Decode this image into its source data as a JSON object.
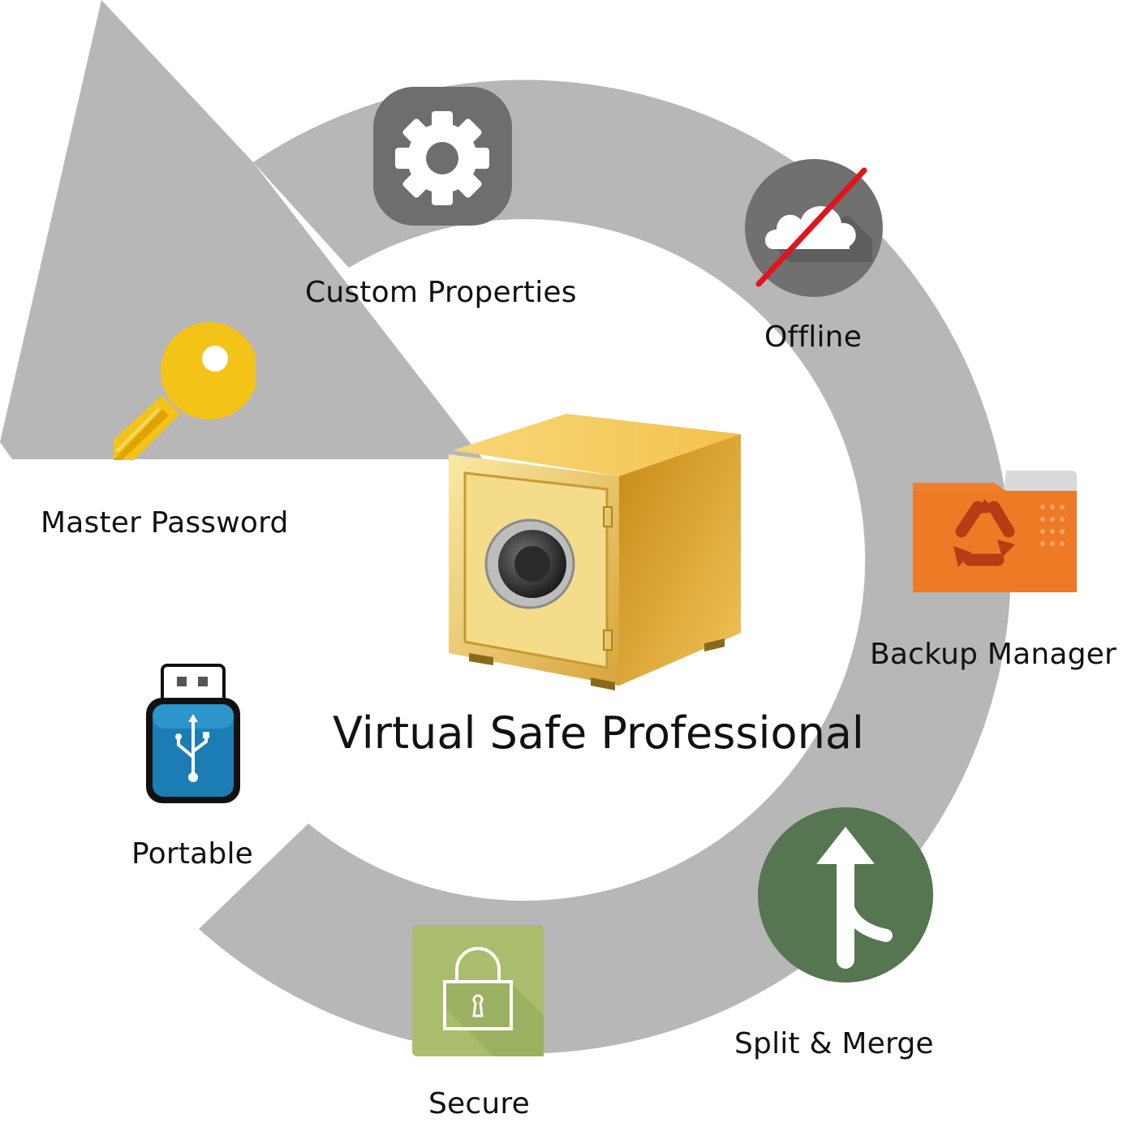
{
  "title": "Virtual Safe Professional",
  "features": {
    "custom_properties": {
      "label": "Custom Properties",
      "icon": "gear-icon"
    },
    "offline": {
      "label": "Offline",
      "icon": "cloud-off-icon"
    },
    "backup_manager": {
      "label": "Backup Manager",
      "icon": "recycle-folder-icon"
    },
    "split_merge": {
      "label": "Split & Merge",
      "icon": "merge-arrow-icon"
    },
    "secure": {
      "label": "Secure",
      "icon": "padlock-icon"
    },
    "portable": {
      "label": "Portable",
      "icon": "usb-drive-icon"
    },
    "master_password": {
      "label": "Master Password",
      "icon": "key-icon"
    }
  },
  "colors": {
    "cycle_arrow": "#b7b7b7",
    "gear_tile": "#6e6e6e",
    "cloud_circle": "#707070",
    "slash": "#e0151b",
    "folder": "#f07e2a",
    "merge_circle": "#557650",
    "lock_tile": "#a9bd6c",
    "usb_body": "#1c7db4",
    "key": "#f4c317",
    "safe": "#e2b84c"
  }
}
